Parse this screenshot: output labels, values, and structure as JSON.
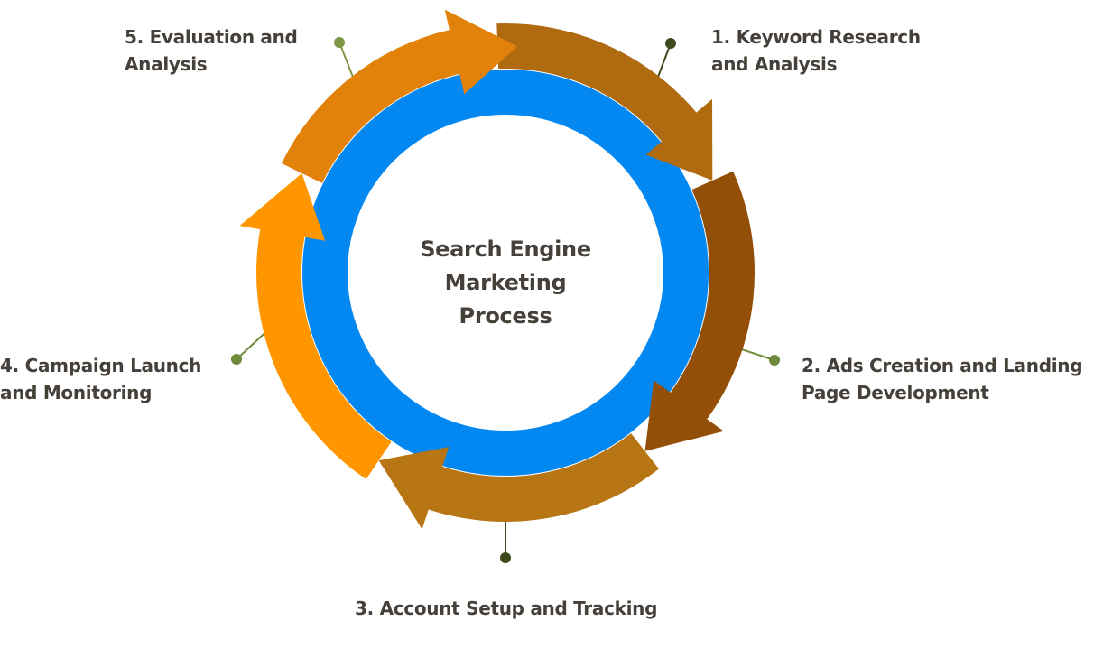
{
  "diagram": {
    "title": "Search Engine\nMarketing\nProcess",
    "ring_color": "#0388F2",
    "steps": [
      {
        "number": "1.",
        "label": "1.  Keyword Research\nand Analysis",
        "color": "#B06A10",
        "dot_color": "#3E4A1C"
      },
      {
        "number": "2.",
        "label": "2.  Ads Creation and Landing\nPage Development",
        "color": "#934F07",
        "dot_color": "#6E8A3A"
      },
      {
        "number": "3.",
        "label": "3.  Account Setup and Tracking",
        "color": "#B77513",
        "dot_color": "#3E4A1C"
      },
      {
        "number": "4.",
        "label": "4.  Campaign Launch\nand Monitoring",
        "color": "#FF9600",
        "dot_color": "#6E8A3A"
      },
      {
        "number": "5.",
        "label": "5.  Evaluation and\nAnalysis",
        "color": "#E2820A",
        "dot_color": "#7E9645"
      }
    ]
  }
}
